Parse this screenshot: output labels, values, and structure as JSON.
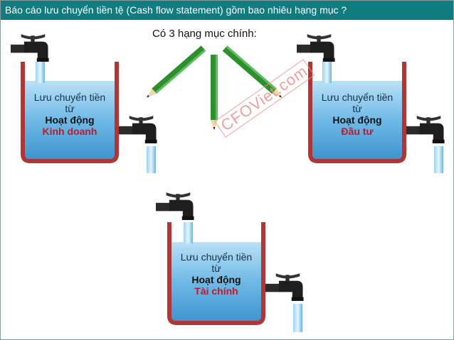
{
  "title": "Báo cáo lưu chuyển tiền tệ (Cash flow statement) gồm bao nhiêu hạng mục ?",
  "subtitle": "Có 3 hạng mục chính:",
  "watermark": "CFOViet.com",
  "tanks": [
    {
      "line1": "Lưu chuyển tiền",
      "line2": "từ",
      "line3": "Hoạt động",
      "line4": "Kinh doanh"
    },
    {
      "line1": "Lưu chuyển tiền",
      "line2": "từ",
      "line3": "Hoạt động",
      "line4": "Đầu tư"
    },
    {
      "line1": "Lưu chuyển tiền",
      "line2": "từ",
      "line3": "Hoạt động",
      "line4": "Tài chính"
    }
  ],
  "colors": {
    "title_bar": "#0f7c80",
    "tank_border": "#b03535",
    "water": "#7fc3ea",
    "pencil": "#2f8f2f",
    "category_text": "#c0192a"
  },
  "icons": [
    "faucet-icon",
    "water-tank-icon",
    "pencil-arrow-icon"
  ]
}
